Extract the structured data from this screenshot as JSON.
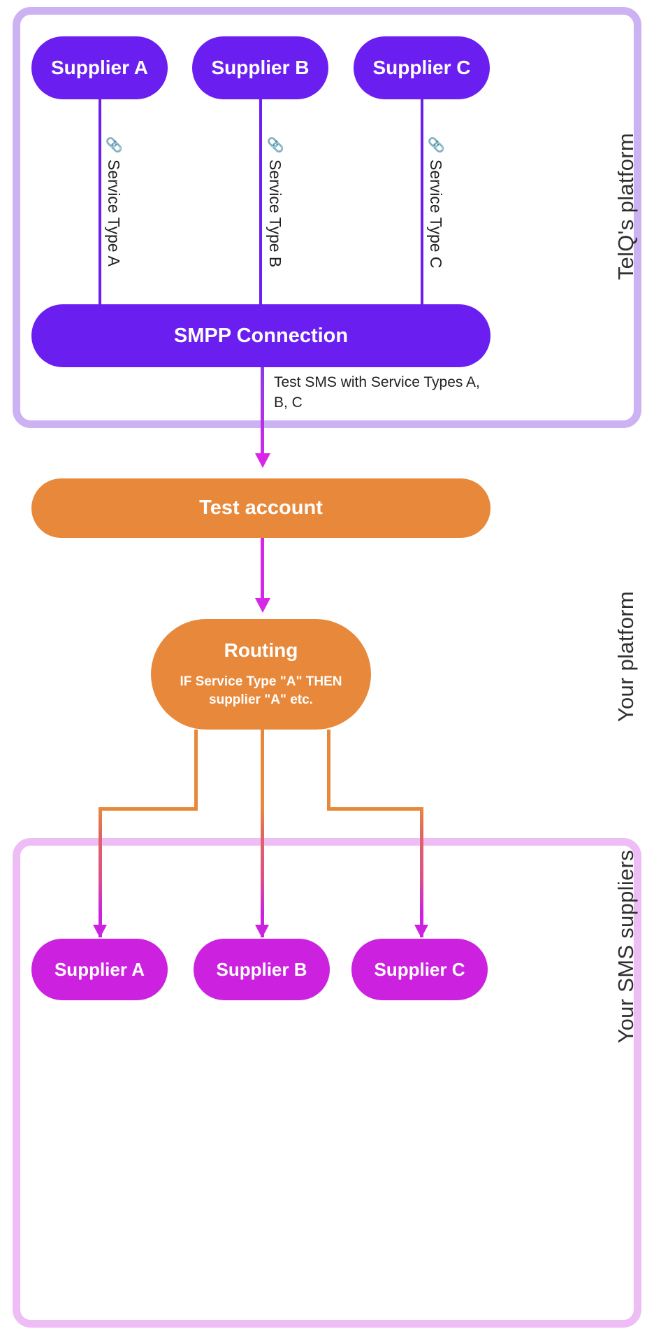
{
  "zones": {
    "telq": {
      "label": "TelQ's platform",
      "border_color": "#ccb2f2"
    },
    "your_platform": {
      "label": "Your platform"
    },
    "sms_suppliers": {
      "label": "Your SMS suppliers",
      "border_color": "#eebdf5"
    }
  },
  "top_suppliers": [
    {
      "label": "Supplier A",
      "service_type": "Service Type A",
      "icon": "chain-link-icon"
    },
    {
      "label": "Supplier B",
      "service_type": "Service Type B",
      "icon": "chain-link-icon"
    },
    {
      "label": "Supplier C",
      "service_type": "Service Type C",
      "icon": "chain-link-icon"
    }
  ],
  "smpp": {
    "label": "SMPP Connection",
    "caption": "Test SMS with Service Types A, B, C"
  },
  "test_account": {
    "label": "Test account"
  },
  "routing": {
    "title": "Routing",
    "rule": "IF Service Type \"A\" THEN supplier \"A\" etc."
  },
  "bottom_suppliers": [
    {
      "label": "Supplier A"
    },
    {
      "label": "Supplier B"
    },
    {
      "label": "Supplier C"
    }
  ],
  "colors": {
    "purple": "#6a1ff0",
    "magenta": "#cc22e0",
    "orange": "#e8883a",
    "chain_icon": "#ef8b33",
    "telq_frame": "#ccb2f2",
    "suppliers_frame": "#eebdf5"
  },
  "icons": {
    "chain": "🔗"
  }
}
